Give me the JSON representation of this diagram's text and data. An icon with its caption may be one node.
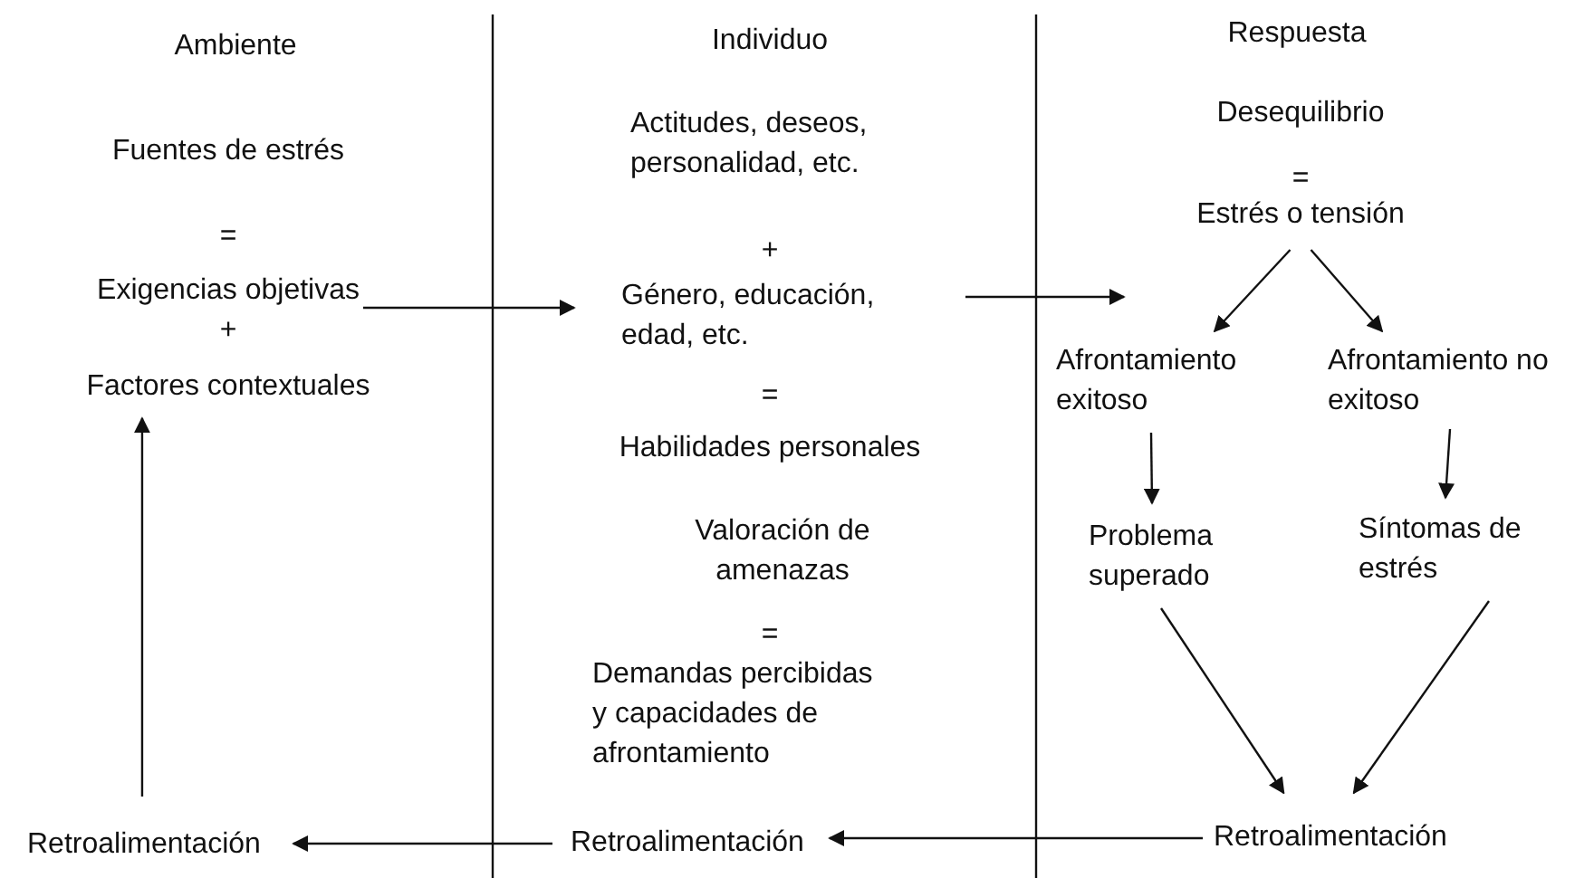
{
  "diagram": {
    "nodes": [
      {
        "text": [
          "Exigencias objetivas"
        ]
      },
      {
        "text": [
          "Factores contextuales"
        ]
      },
      {
        "text": [
          "Género, educación, edad, etc."
        ]
      },
      {
        "text": [
          "Estrés o tensión"
        ]
      },
      {
        "text": [
          "Afrontamiento exitoso"
        ]
      },
      {
        "text": [
          "Afrontamiento no exitoso"
        ]
      },
      {
        "text": [
          "Problema superado"
        ]
      },
      {
        "text": [
          "Síntomas de estrés"
        ]
      },
      {
        "text": [
          "Retroalimentación"
        ]
      },
      {
        "text": [
          "Retroalimentación"
        ]
      },
      {
        "text": [
          "Retroalimentación"
        ]
      }
    ],
    "edges": [
      {
        "from": 0,
        "to": 2,
        "arrow": "to"
      },
      {
        "from": 2,
        "to": 4,
        "arrow": "to"
      },
      {
        "from": 3,
        "to": 4,
        "arrow": "to"
      },
      {
        "from": 3,
        "to": 5,
        "arrow": "to"
      },
      {
        "from": 4,
        "to": 6,
        "arrow": "to"
      },
      {
        "from": 5,
        "to": 7,
        "arrow": "to"
      },
      {
        "from": 6,
        "to": 8,
        "arrow": "to"
      },
      {
        "from": 7,
        "to": 8,
        "arrow": "to"
      },
      {
        "from": 8,
        "to": 9,
        "arrow": "to"
      },
      {
        "from": 9,
        "to": 10,
        "arrow": "to"
      },
      {
        "from": 10,
        "to": 1,
        "arrow": "to"
      }
    ],
    "labels": [
      "Ambiente",
      "Fuentes de estrés",
      "=",
      "+",
      "Individuo",
      "Actitudes, deseos, personalidad, etc.",
      "+",
      "=",
      "Habilidades personales",
      "Valoración de amenazas",
      "=",
      "Demandas percibidas y capacidades de afrontamiento",
      "Respuesta",
      "Desequilibrio",
      "="
    ]
  }
}
